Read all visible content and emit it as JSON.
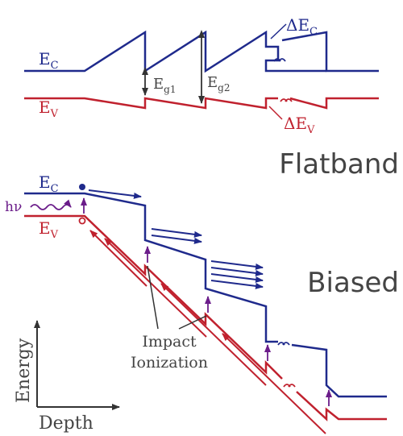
{
  "colors": {
    "conduction": "#1f2a8c",
    "valence": "#c0212e",
    "photon": "#6b1d8a",
    "marker": "#333333",
    "text": "#444444"
  },
  "flatband": {
    "ec": {
      "main": "E",
      "sub": "C"
    },
    "ev": {
      "main": "E",
      "sub": "V"
    },
    "eg1": {
      "main": "E",
      "sub": "g1"
    },
    "eg2": {
      "main": "E",
      "sub": "g2"
    },
    "dec": {
      "main": "ΔE",
      "sub": "C"
    },
    "dev": {
      "main": "ΔE",
      "sub": "V"
    },
    "title": "Flatband"
  },
  "biased": {
    "ec": {
      "main": "E",
      "sub": "C"
    },
    "ev": {
      "main": "E",
      "sub": "V"
    },
    "photon": "hν",
    "impact_line1": "Impact",
    "impact_line2": "Ionization",
    "title": "Biased"
  },
  "axes": {
    "y_label": "Energy",
    "x_label": "Depth"
  }
}
